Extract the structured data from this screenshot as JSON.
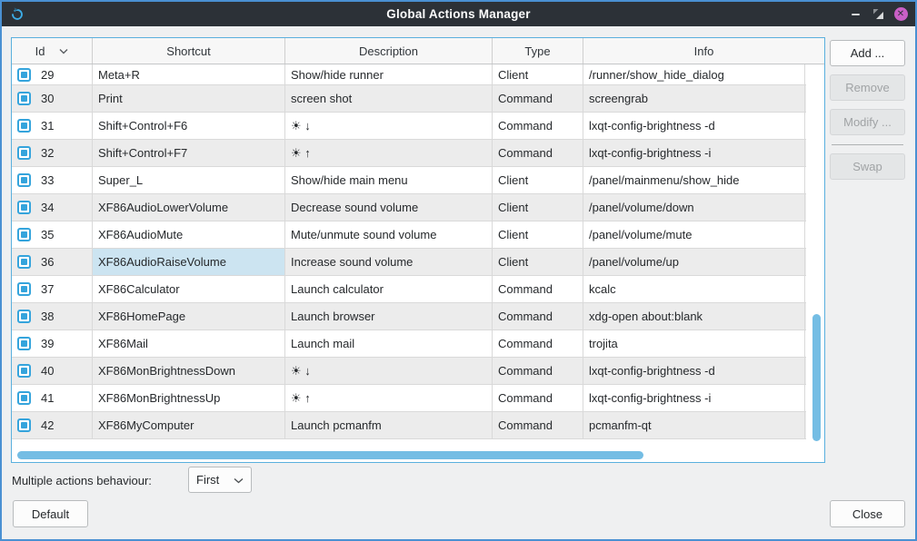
{
  "window": {
    "title": "Global Actions Manager",
    "close_glyph": "✕"
  },
  "table": {
    "columns": [
      "Id",
      "Shortcut",
      "Description",
      "Type",
      "Info"
    ],
    "sorted_by": "Id",
    "rows": [
      {
        "id": "29",
        "checked": true,
        "shortcut": "Meta+R",
        "description": "Show/hide runner",
        "type": "Client",
        "info": "/runner/show_hide_dialog"
      },
      {
        "id": "30",
        "checked": true,
        "shortcut": "Print",
        "description": "screen shot",
        "type": "Command",
        "info": "screengrab"
      },
      {
        "id": "31",
        "checked": true,
        "shortcut": "Shift+Control+F6",
        "description": "☀ ↓",
        "type": "Command",
        "info": "lxqt-config-brightness -d"
      },
      {
        "id": "32",
        "checked": true,
        "shortcut": "Shift+Control+F7",
        "description": "☀ ↑",
        "type": "Command",
        "info": "lxqt-config-brightness -i"
      },
      {
        "id": "33",
        "checked": true,
        "shortcut": "Super_L",
        "description": "Show/hide main menu",
        "type": "Client",
        "info": "/panel/mainmenu/show_hide"
      },
      {
        "id": "34",
        "checked": true,
        "shortcut": "XF86AudioLowerVolume",
        "description": "Decrease sound volume",
        "type": "Client",
        "info": "/panel/volume/down"
      },
      {
        "id": "35",
        "checked": true,
        "shortcut": "XF86AudioMute",
        "description": "Mute/unmute sound volume",
        "type": "Client",
        "info": "/panel/volume/mute"
      },
      {
        "id": "36",
        "checked": true,
        "shortcut": "XF86AudioRaiseVolume",
        "description": "Increase sound volume",
        "type": "Client",
        "info": "/panel/volume/up",
        "selected_cell": "shortcut"
      },
      {
        "id": "37",
        "checked": true,
        "shortcut": "XF86Calculator",
        "description": "Launch calculator",
        "type": "Command",
        "info": "kcalc"
      },
      {
        "id": "38",
        "checked": true,
        "shortcut": "XF86HomePage",
        "description": "Launch browser",
        "type": "Command",
        "info": "xdg-open about:blank"
      },
      {
        "id": "39",
        "checked": true,
        "shortcut": "XF86Mail",
        "description": "Launch mail",
        "type": "Command",
        "info": "trojita"
      },
      {
        "id": "40",
        "checked": true,
        "shortcut": "XF86MonBrightnessDown",
        "description": "☀ ↓",
        "type": "Command",
        "info": "lxqt-config-brightness -d"
      },
      {
        "id": "41",
        "checked": true,
        "shortcut": "XF86MonBrightnessUp",
        "description": "☀ ↑",
        "type": "Command",
        "info": "lxqt-config-brightness -i"
      },
      {
        "id": "42",
        "checked": true,
        "shortcut": "XF86MyComputer",
        "description": "Launch pcmanfm",
        "type": "Command",
        "info": "pcmanfm-qt"
      }
    ]
  },
  "side_buttons": [
    {
      "label": "Add ...",
      "enabled": true
    },
    {
      "label": "Remove",
      "enabled": false
    },
    {
      "label": "Modify ...",
      "enabled": false
    },
    {
      "label": "Swap",
      "enabled": false
    }
  ],
  "footer": {
    "behaviour_label": "Multiple actions behaviour:",
    "behaviour_value": "First",
    "default_label": "Default",
    "close_label": "Close"
  },
  "colors": {
    "accent": "#3daee9",
    "window-border": "#4a90d2",
    "titlebar-bg": "#2c3137",
    "checkbox": "#35a4dc",
    "scrollbar": "#74bde4",
    "sel-cell": "#cce4f1",
    "close-btn": "#c95fc6"
  }
}
